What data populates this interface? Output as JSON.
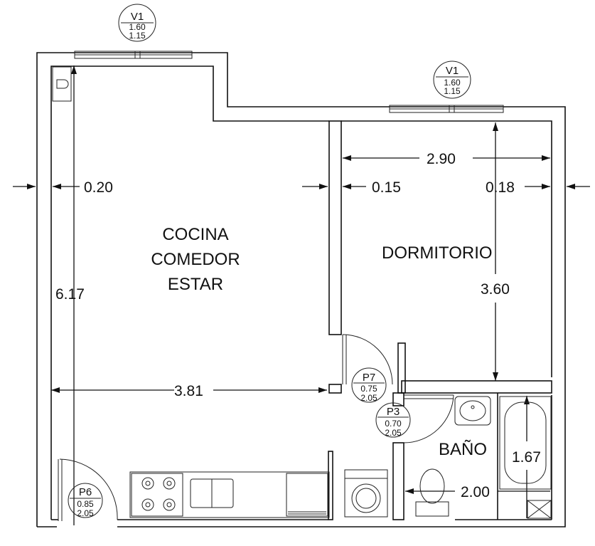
{
  "rooms": {
    "living": [
      "COCINA",
      "COMEDOR",
      "ESTAR"
    ],
    "bedroom": "DORMITORIO",
    "bath": "BAÑO"
  },
  "dimensions": {
    "living_width": "3.81",
    "living_depth": "6.17",
    "wall_left": "0.20",
    "wall_middle": "0.15",
    "wall_right": "0.18",
    "bedroom_width": "2.90",
    "bedroom_depth": "3.60",
    "bath_depth": "1.67",
    "bath_width": "2.00"
  },
  "windows": [
    {
      "code": "V1",
      "width": "1.60",
      "height": "1.15"
    },
    {
      "code": "V1",
      "width": "1.60",
      "height": "1.15"
    }
  ],
  "doors": [
    {
      "code": "P7",
      "width": "0.75",
      "height": "2.05"
    },
    {
      "code": "P3",
      "width": "0.70",
      "height": "2.05"
    },
    {
      "code": "P6",
      "width": "0.85",
      "height": "2.05"
    }
  ]
}
